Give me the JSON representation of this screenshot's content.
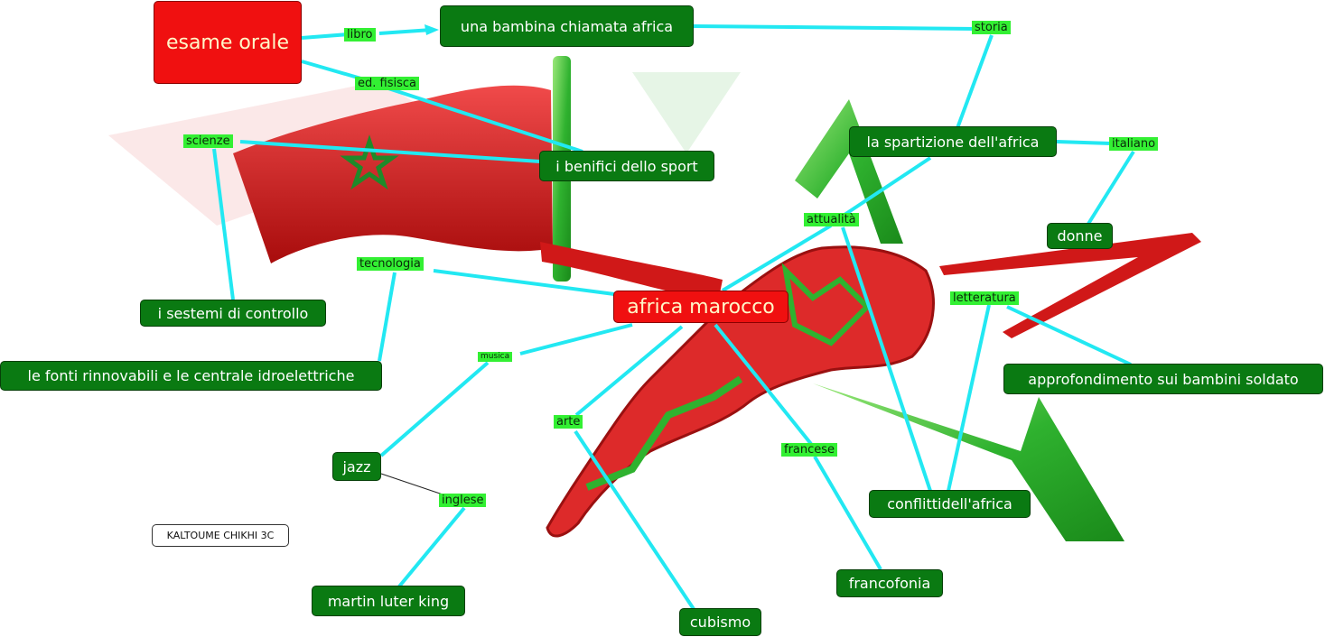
{
  "nodes": {
    "esame_orale": "esame orale",
    "bambina": "una bambina chiamata africa",
    "spartizione": "la spartizione dell'africa",
    "benifici": "i benifici dello sport",
    "donne": "donne",
    "sestemi": "i sestemi di controllo",
    "africa_marocco": "africa marocco",
    "fonti": "le fonti rinnovabili e le centrale idroelettriche",
    "approfondimento": "approfondimento sui bambini soldato",
    "jazz": "jazz",
    "conflitti": "conflittidell'africa",
    "francofonia": "francofonia",
    "martin": "martin luter king",
    "cubismo": "cubismo"
  },
  "links": {
    "libro": "libro",
    "ed_fisica": "ed. fisisca",
    "storia": "storia",
    "scienze": "scienze",
    "italiano": "italiano",
    "attualita": "attualità",
    "tecnologia": "tecnologia",
    "letteratura": "letteratura",
    "musica": "musica",
    "arte": "arte",
    "francese": "francese",
    "inglese": "inglese"
  },
  "note": "KALTOUME CHIKHI 3C",
  "colors": {
    "link_line": "#22e8f2",
    "node_green": "#0a7a12",
    "node_red": "#f01010",
    "link_label_bg": "#33f033"
  }
}
